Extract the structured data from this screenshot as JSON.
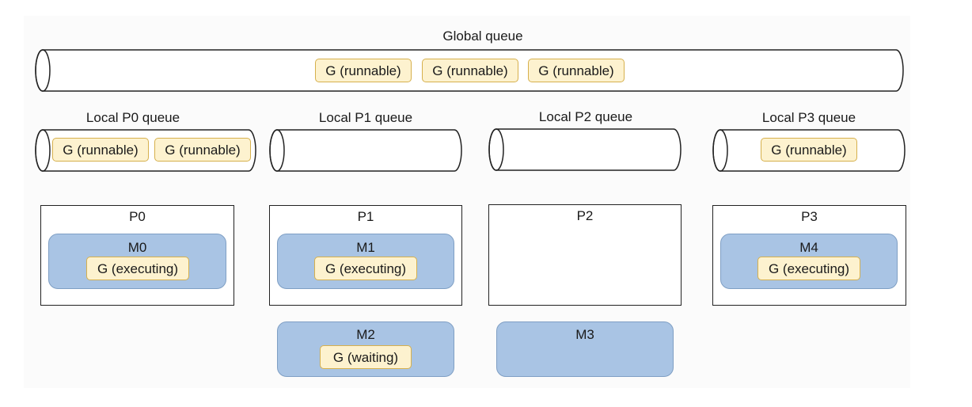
{
  "global_queue": {
    "label": "Global queue",
    "items": [
      "G (runnable)",
      "G (runnable)",
      "G (runnable)"
    ]
  },
  "local_queues": [
    {
      "label": "Local P0 queue",
      "items": [
        "G (runnable)",
        "G (runnable)"
      ]
    },
    {
      "label": "Local P1 queue",
      "items": []
    },
    {
      "label": "Local P2 queue",
      "items": []
    },
    {
      "label": "Local P3 queue",
      "items": [
        "G (runnable)"
      ]
    }
  ],
  "processors": [
    {
      "label": "P0",
      "machine": {
        "label": "M0",
        "goroutine": "G (executing)"
      }
    },
    {
      "label": "P1",
      "machine": {
        "label": "M1",
        "goroutine": "G (executing)"
      }
    },
    {
      "label": "P2"
    },
    {
      "label": "P3",
      "machine": {
        "label": "M4",
        "goroutine": "G (executing)"
      }
    }
  ],
  "idle_machines": [
    {
      "label": "M2",
      "goroutine": "G (waiting)"
    },
    {
      "label": "M3"
    }
  ],
  "colors": {
    "goroutine_fill": "#fdf2cf",
    "goroutine_border": "#d6b04d",
    "machine_fill": "#a9c4e4",
    "machine_border": "#7f9fc4"
  }
}
